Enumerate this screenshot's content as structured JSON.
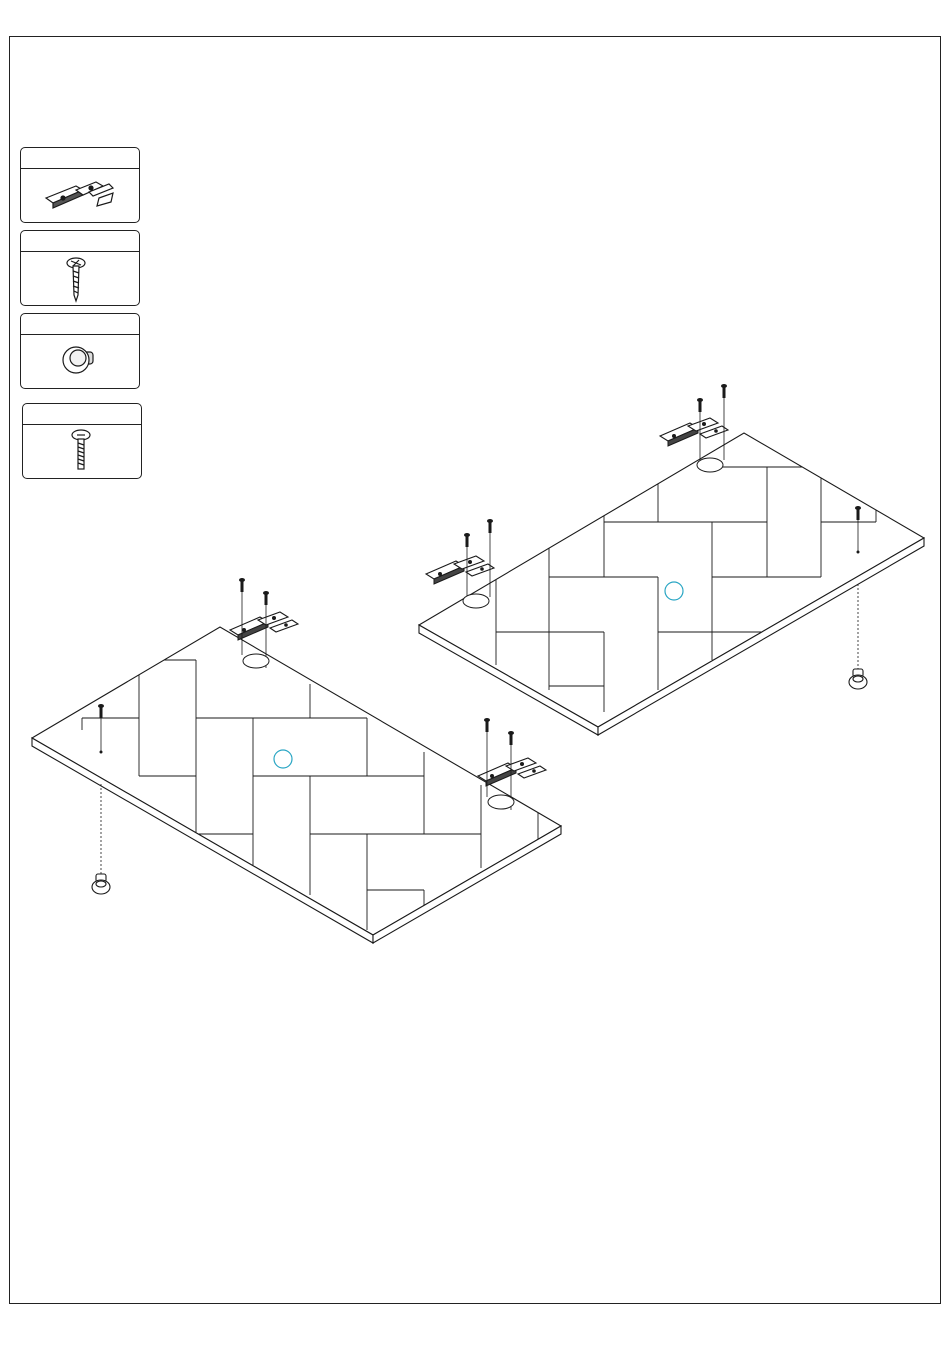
{
  "parts": [
    {
      "id": "hinge",
      "icon": "hinge-icon",
      "label": ""
    },
    {
      "id": "wood-screw",
      "icon": "wood-screw-icon",
      "label": ""
    },
    {
      "id": "knob",
      "icon": "knob-icon",
      "label": ""
    },
    {
      "id": "machine-screw",
      "icon": "machine-screw-icon",
      "label": ""
    }
  ],
  "colors": {
    "line": "#1a1a1a",
    "marker": "#2aa6c4",
    "background": "#ffffff"
  }
}
